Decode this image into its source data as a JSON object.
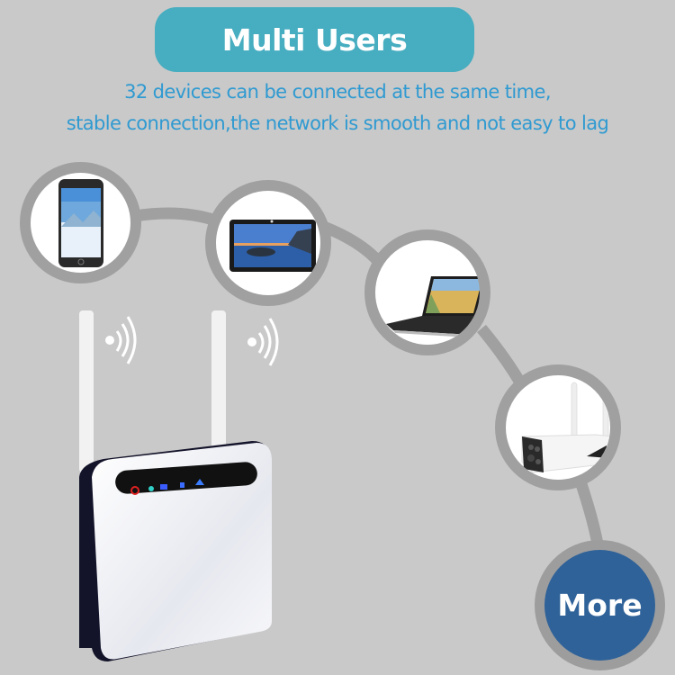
{
  "banner": {
    "title": "Multi Users",
    "color": "#47adc0"
  },
  "subtitle": {
    "line1": "32 devices can be connected at the same time,",
    "line2": "stable connection,the network is smooth and not easy to lag",
    "color": "#2f9ad1"
  },
  "devices": [
    {
      "name": "smartphone",
      "icon": "phone-icon"
    },
    {
      "name": "tablet",
      "icon": "tablet-icon"
    },
    {
      "name": "laptop",
      "icon": "laptop-icon"
    },
    {
      "name": "security camera",
      "icon": "camera-icon"
    }
  ],
  "more_button": {
    "label": "More",
    "color": "#2f6299"
  },
  "router": {
    "indicators": [
      {
        "name": "power",
        "color": "#e02020"
      },
      {
        "name": "wifi",
        "color": "#2fd0c8"
      },
      {
        "name": "signal",
        "color": "#3a5cff"
      },
      {
        "name": "lan",
        "color": "#3a6cff"
      },
      {
        "name": "network",
        "color": "#3a7cff"
      }
    ]
  }
}
